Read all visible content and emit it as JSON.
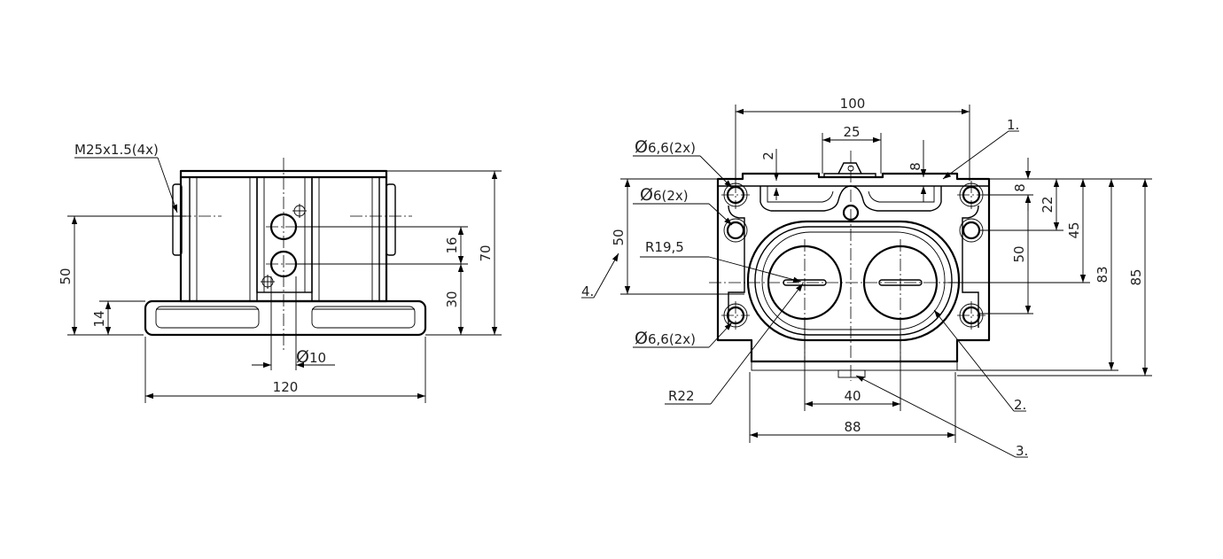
{
  "left_view": {
    "thread_callout": "M25x1.5(4x)",
    "dims": {
      "height_50": "50",
      "height_14": "14",
      "height_16": "16",
      "height_30": "30",
      "height_70": "70",
      "width_120": "120",
      "hole_dia": "10"
    },
    "diameter_symbol": "Ø"
  },
  "right_view": {
    "dims": {
      "width_100": "100",
      "width_25": "25",
      "gap_2": "2",
      "gap_8_top": "8",
      "gap_8_right": "8",
      "height_22": "22",
      "height_45": "45",
      "height_50_left": "50",
      "height_50_right": "50",
      "height_83": "83",
      "height_85": "85",
      "width_40": "40",
      "width_88": "88"
    },
    "callouts": {
      "hole_66_top": "6,6(2x)",
      "hole_6": "6(2x)",
      "hole_66_bottom": "6,6(2x)",
      "radius_195": "R19,5",
      "radius_22": "R22"
    },
    "diameter_symbol": "Ø",
    "item_labels": [
      "1.",
      "2.",
      "3.",
      "4."
    ]
  }
}
